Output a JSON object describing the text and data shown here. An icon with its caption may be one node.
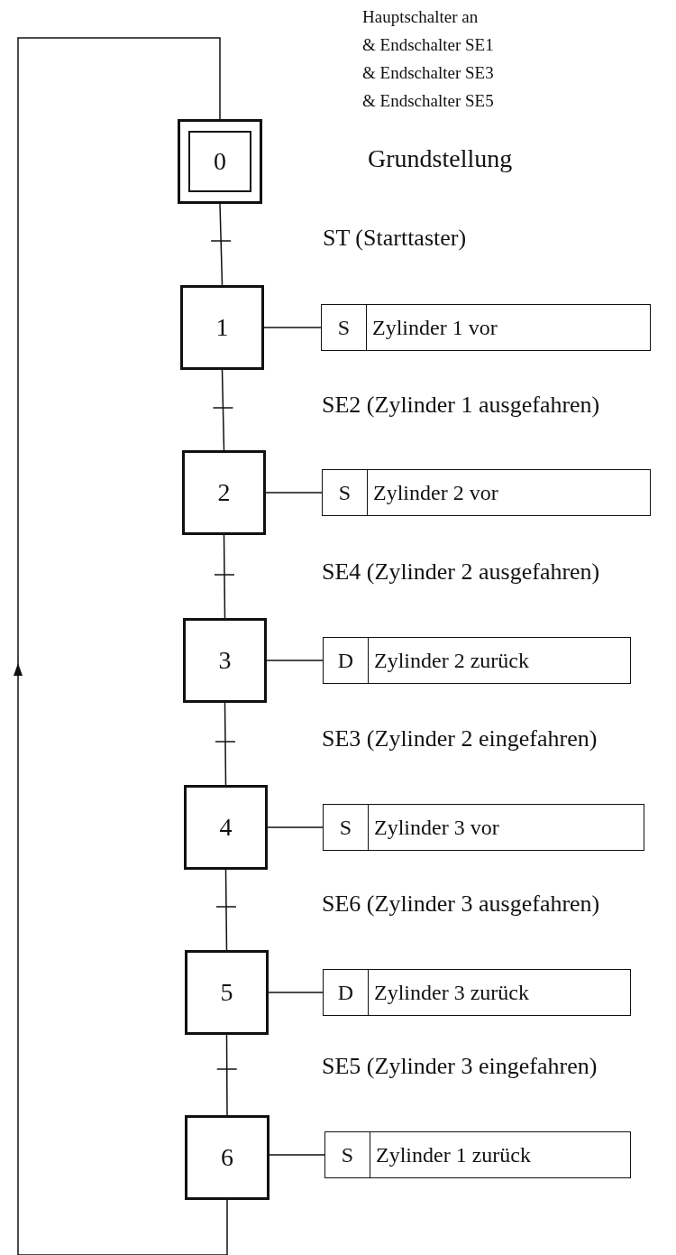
{
  "diagram": {
    "nodes": [
      {
        "text": [
          "0"
        ]
      },
      {
        "text": [
          "1"
        ]
      },
      {
        "text": [
          "S",
          "Zylinder 1 vor"
        ]
      },
      {
        "text": [
          "2"
        ]
      },
      {
        "text": [
          "S",
          "Zylinder 2 vor"
        ]
      },
      {
        "text": [
          "3"
        ]
      },
      {
        "text": [
          "D",
          "Zylinder 2 zurück"
        ]
      },
      {
        "text": [
          "4"
        ]
      },
      {
        "text": [
          "S",
          "Zylinder 3 vor"
        ]
      },
      {
        "text": [
          "5"
        ]
      },
      {
        "text": [
          "D",
          "Zylinder 3 zurück"
        ]
      },
      {
        "text": [
          "6"
        ]
      },
      {
        "text": [
          "S",
          "Zylinder 1 zurück"
        ]
      }
    ],
    "edges": [
      {
        "from": 0,
        "to": 1,
        "arrow": "none",
        "label": "ST (Starttaster)"
      },
      {
        "from": 1,
        "to": 3,
        "arrow": "none",
        "label": "SE2 (Zylinder 1 ausgefahren)"
      },
      {
        "from": 3,
        "to": 5,
        "arrow": "none",
        "label": "SE4 (Zylinder 2 ausgefahren)"
      },
      {
        "from": 5,
        "to": 7,
        "arrow": "none",
        "label": "SE3 (Zylinder 2 eingefahren)"
      },
      {
        "from": 7,
        "to": 9,
        "arrow": "none",
        "label": "SE6 (Zylinder 3 ausgefahren)"
      },
      {
        "from": 9,
        "to": 11,
        "arrow": "none",
        "label": "SE5 (Zylinder 3 eingefahren)"
      },
      {
        "from": 11,
        "to": 0,
        "arrow": "to"
      },
      {
        "from": 1,
        "to": 2,
        "arrow": "none"
      },
      {
        "from": 3,
        "to": 4,
        "arrow": "none"
      },
      {
        "from": 5,
        "to": 6,
        "arrow": "none"
      },
      {
        "from": 7,
        "to": 8,
        "arrow": "none"
      },
      {
        "from": 9,
        "to": 10,
        "arrow": "none"
      },
      {
        "from": 11,
        "to": 12,
        "arrow": "none"
      }
    ],
    "labels": [
      "Hauptschalter an & Endschalter SE1 & Endschalter SE3 & Endschalter SE5",
      "Grundstellung"
    ]
  }
}
